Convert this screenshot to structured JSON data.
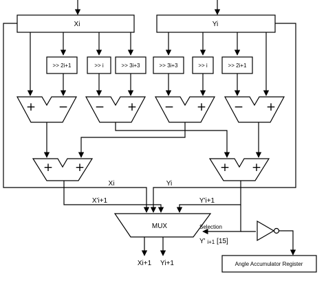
{
  "registers": {
    "x_label": "Xi",
    "y_label": "Yi"
  },
  "shifters": [
    {
      "label": ">> 2i+1"
    },
    {
      "label": ">> i"
    },
    {
      "label": ">> 3i+3"
    },
    {
      "label": ">> 3i+3"
    },
    {
      "label": ">> i"
    },
    {
      "label": ">> 2i+1"
    }
  ],
  "adders_stage1": [
    {
      "left_op": "+",
      "right_op": "−"
    },
    {
      "left_op": "−",
      "right_op": "+"
    },
    {
      "left_op": "−",
      "right_op": "+"
    },
    {
      "left_op": "−",
      "right_op": "+"
    }
  ],
  "adders_stage2": [
    {
      "left_op": "+",
      "right_op": "+"
    },
    {
      "left_op": "+",
      "right_op": "+"
    }
  ],
  "wires": {
    "xi": "Xi",
    "yi": "Yi",
    "x_prime": "X'i+1",
    "y_prime": "Y'i+1",
    "selection": "Selection",
    "y_prime_bit_base": "Y' ",
    "y_prime_bit_sub": "i+1",
    "y_prime_bit_suffix": " [15]"
  },
  "mux": {
    "label": "MUX"
  },
  "outputs": {
    "x_out": "Xi+1",
    "y_out": "Yi+1"
  },
  "angle_register": {
    "label": "Angle Accumulator Register"
  }
}
